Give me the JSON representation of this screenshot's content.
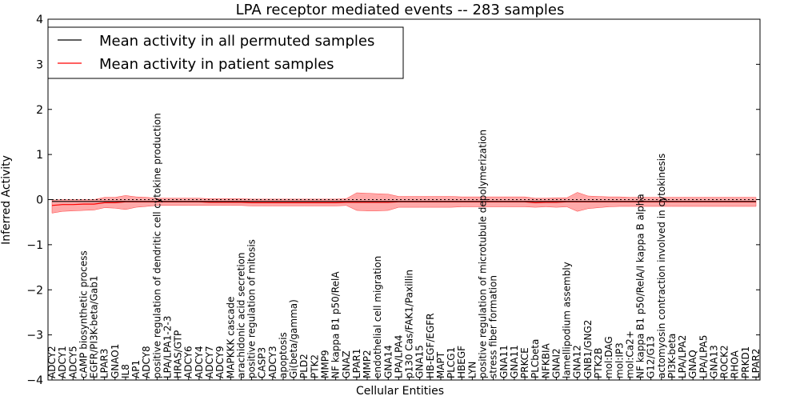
{
  "chart_data": {
    "type": "line",
    "title": "LPA receptor mediated events -- 283 samples",
    "xlabel": "Cellular Entities",
    "ylabel": "Inferred Activity",
    "ylim": [
      -4,
      4
    ],
    "yticks": [
      4,
      3,
      2,
      1,
      0,
      -1,
      -2,
      -3,
      -4
    ],
    "ytick_labels": [
      "4",
      "3",
      "2",
      "1",
      "0",
      "−1",
      "−2",
      "−3",
      "−4"
    ],
    "legend_placement": "top-left",
    "grid": false,
    "categories": [
      "ADCY2",
      "ADCY1",
      "ADCY5",
      "cAMP biosynthetic process",
      "EGFR/PI3K-beta/Gab1",
      "LPAR3",
      "GNAO1",
      "IL8",
      "AP1",
      "ADCY8",
      "positive regulation of dendritic cell cytokine production",
      "LPA/LPA1-2-3",
      "HRAS/GTP",
      "ADCY6",
      "ADCY4",
      "ADCY7",
      "ADCY9",
      "MAPKKK cascade",
      "arachidonic acid secretion",
      "positive regulation of mitosis",
      "CASP3",
      "ADCY3",
      "apoptosis",
      "Gi(beta/gamma)",
      "PLD2",
      "PTK2",
      "MMP9",
      "NF kappa B1 p50/RelA",
      "GNAZ",
      "LPAR1",
      "MMP2",
      "endothelial cell migration",
      "GNA14",
      "LPA/LPA4",
      "p130 Cas/FAK1/Paxillin",
      "GNA15",
      "HB-EGF/EGFR",
      "MAPT",
      "PLCG1",
      "HBEGF",
      "LYN",
      "positive regulation of microtubule depolymerization",
      "stress fiber formation",
      "GNA11",
      "GNA11",
      "PRKCE",
      "PLCbeta",
      "NFKBIA",
      "GNAI2",
      "lamellipodium assembly",
      "GNA12",
      "GNB1/GNG2",
      "PTK2B",
      "mol:DAG",
      "mol:IP3",
      "mol:Ca2+",
      "NF kappa B1 p50/RelA/I kappa B alpha",
      "G12/G13",
      "actomyosin contraction involved in cytokinesis",
      "PI3K-beta",
      "LPA/LPA2",
      "GNAQ",
      "LPA/LPA5",
      "GNA13",
      "ROCK2",
      "RHOA",
      "PRKD1",
      "LPAR2"
    ],
    "series": [
      {
        "name": "Mean activity in all permuted samples",
        "color": "#000000",
        "values": [
          -0.04,
          -0.04,
          -0.04,
          -0.04,
          -0.04,
          -0.04,
          -0.04,
          -0.04,
          -0.04,
          -0.04,
          -0.04,
          -0.04,
          -0.04,
          -0.04,
          -0.04,
          -0.04,
          -0.04,
          -0.04,
          -0.04,
          -0.04,
          -0.04,
          -0.04,
          -0.04,
          -0.04,
          -0.04,
          -0.04,
          -0.04,
          -0.04,
          -0.04,
          -0.04,
          -0.04,
          -0.04,
          -0.04,
          -0.04,
          -0.04,
          -0.04,
          -0.04,
          -0.04,
          -0.04,
          -0.04,
          -0.04,
          -0.04,
          -0.04,
          -0.04,
          -0.04,
          -0.04,
          -0.04,
          -0.04,
          -0.04,
          -0.04,
          -0.04,
          -0.04,
          -0.04,
          -0.04,
          -0.04,
          -0.04,
          -0.04,
          -0.04,
          -0.04,
          -0.04,
          -0.04,
          -0.04,
          -0.04,
          -0.04,
          -0.04,
          -0.04,
          -0.04,
          -0.04
        ]
      },
      {
        "name": "Mean activity in patient samples",
        "color": "#ff0000",
        "values": [
          -0.13,
          -0.11,
          -0.11,
          -0.1,
          -0.1,
          -0.07,
          -0.07,
          -0.05,
          -0.05,
          -0.05,
          -0.05,
          -0.05,
          -0.05,
          -0.05,
          -0.05,
          -0.06,
          -0.06,
          -0.06,
          -0.06,
          -0.07,
          -0.07,
          -0.07,
          -0.07,
          -0.07,
          -0.07,
          -0.07,
          -0.07,
          -0.07,
          -0.06,
          -0.06,
          -0.06,
          -0.06,
          -0.06,
          -0.05,
          -0.05,
          -0.05,
          -0.05,
          -0.05,
          -0.05,
          -0.05,
          -0.05,
          -0.05,
          -0.05,
          -0.05,
          -0.05,
          -0.05,
          -0.07,
          -0.06,
          -0.06,
          -0.05,
          -0.05,
          -0.05,
          -0.05,
          -0.05,
          -0.05,
          -0.05,
          -0.05,
          -0.05,
          -0.05,
          -0.05,
          -0.05,
          -0.05,
          -0.05,
          -0.05,
          -0.05,
          -0.05,
          -0.05,
          -0.05
        ]
      }
    ],
    "band": {
      "color": "#ff9a9a",
      "upper": [
        -0.01,
        0.0,
        0.0,
        0.0,
        0.0,
        0.05,
        0.05,
        0.09,
        0.06,
        0.05,
        0.03,
        0.03,
        0.03,
        0.03,
        0.03,
        0.02,
        0.02,
        0.02,
        0.02,
        0.01,
        0.01,
        0.01,
        0.01,
        0.01,
        0.01,
        0.01,
        0.01,
        0.01,
        0.02,
        0.15,
        0.14,
        0.13,
        0.12,
        0.07,
        0.07,
        0.07,
        0.07,
        0.07,
        0.07,
        0.06,
        0.06,
        0.06,
        0.06,
        0.06,
        0.06,
        0.06,
        0.03,
        0.03,
        0.04,
        0.04,
        0.16,
        0.08,
        0.07,
        0.06,
        0.06,
        0.05,
        0.05,
        0.05,
        0.05,
        0.05,
        0.05,
        0.05,
        0.05,
        0.05,
        0.05,
        0.05,
        0.05,
        0.05
      ],
      "lower": [
        -0.3,
        -0.26,
        -0.25,
        -0.24,
        -0.23,
        -0.18,
        -0.19,
        -0.22,
        -0.17,
        -0.15,
        -0.13,
        -0.13,
        -0.13,
        -0.13,
        -0.13,
        -0.13,
        -0.13,
        -0.13,
        -0.13,
        -0.14,
        -0.14,
        -0.14,
        -0.14,
        -0.14,
        -0.14,
        -0.14,
        -0.14,
        -0.14,
        -0.13,
        -0.24,
        -0.25,
        -0.25,
        -0.24,
        -0.17,
        -0.17,
        -0.17,
        -0.17,
        -0.17,
        -0.17,
        -0.16,
        -0.16,
        -0.16,
        -0.16,
        -0.16,
        -0.16,
        -0.16,
        -0.17,
        -0.16,
        -0.17,
        -0.16,
        -0.26,
        -0.2,
        -0.18,
        -0.16,
        -0.15,
        -0.15,
        -0.15,
        -0.15,
        -0.15,
        -0.15,
        -0.15,
        -0.15,
        -0.15,
        -0.15,
        -0.15,
        -0.15,
        -0.15,
        -0.15
      ]
    }
  }
}
